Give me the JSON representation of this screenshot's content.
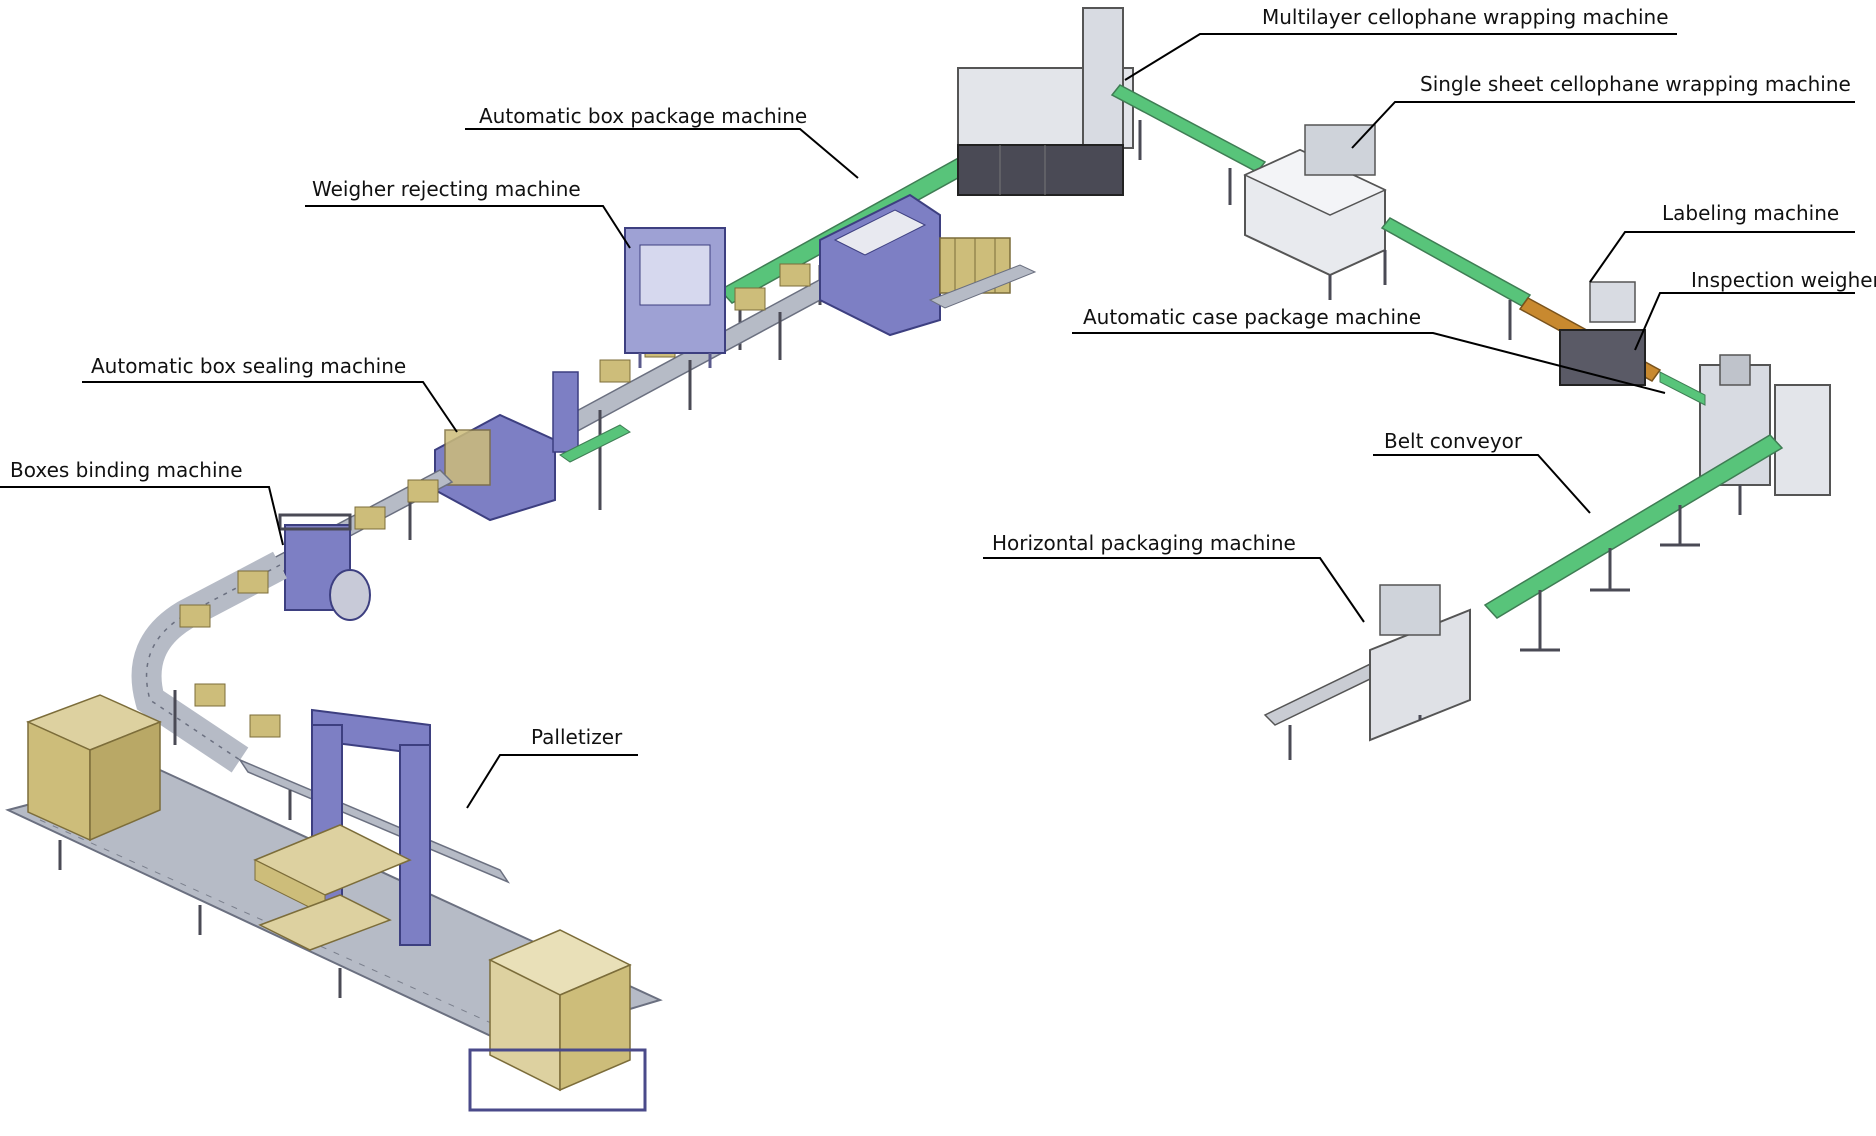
{
  "labels": {
    "multilayer": "Multilayer cellophane wrapping machine",
    "single_sheet": "Single sheet cellophane wrapping machine",
    "box_package": "Automatic box package machine",
    "weigher_rejecting": "Weigher rejecting machine",
    "labeling": "Labeling machine",
    "inspection_weigher": "Inspection weigher",
    "case_package": "Automatic case package machine",
    "box_sealing": "Automatic box sealing machine",
    "belt_conveyor": "Belt conveyor",
    "boxes_binding": "Boxes binding machine",
    "horizontal_packaging": "Horizontal packaging machine",
    "palletizer": "Palletizer"
  },
  "colors": {
    "machine_purple": "#7d7fc4",
    "conveyor_green": "#58c47a",
    "frame_gray": "#9aa0ac",
    "box_tan": "#cdbd7a",
    "labeler_orange": "#c8892f"
  }
}
